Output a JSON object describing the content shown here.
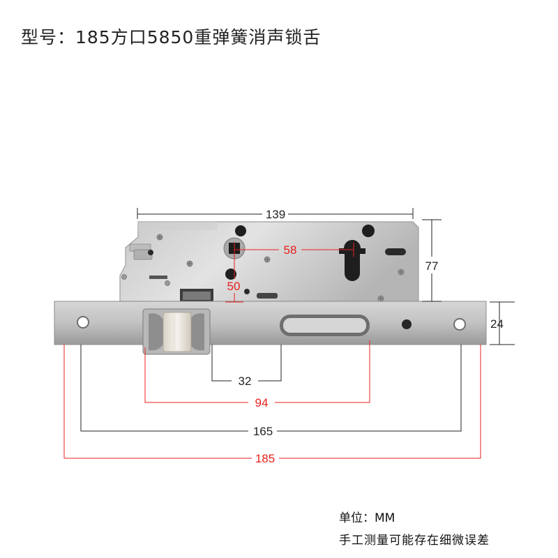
{
  "title": "型号：185方口5850重弹簧消声锁舌",
  "dimensions": {
    "top_width": "139",
    "center_distance": "58",
    "backset_vertical": "50",
    "body_height": "77",
    "faceplate_height": "24",
    "latch_to_slot": "32",
    "latch_span": "94",
    "hole_spacing": "165",
    "faceplate_length": "185"
  },
  "notes": {
    "unit": "单位：MM",
    "disclaimer": "手工测量可能存在细微误差"
  },
  "colors": {
    "black_dim": "#222222",
    "red_dim": "#e8201e",
    "plate_light": "#d9d9d9",
    "plate_dark": "#a6a6a6"
  }
}
